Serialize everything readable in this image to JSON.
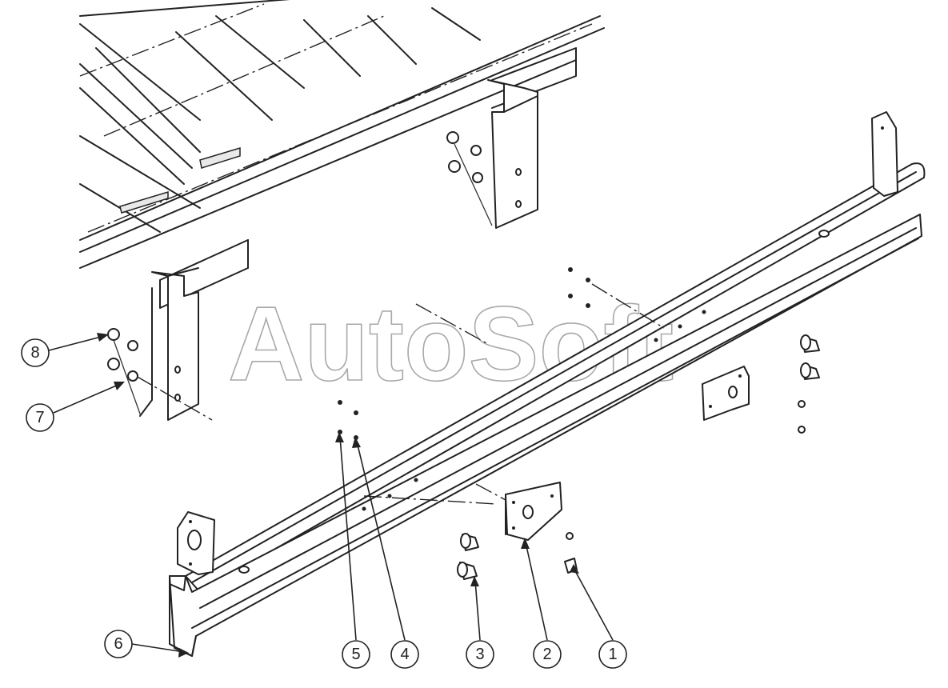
{
  "watermark": "AutoSoft",
  "callouts": [
    {
      "id": "1",
      "label": "1"
    },
    {
      "id": "2",
      "label": "2"
    },
    {
      "id": "3",
      "label": "3"
    },
    {
      "id": "4",
      "label": "4"
    },
    {
      "id": "5",
      "label": "5"
    },
    {
      "id": "6",
      "label": "6"
    },
    {
      "id": "7",
      "label": "7"
    },
    {
      "id": "8",
      "label": "8"
    }
  ],
  "colors": {
    "line": "#222222",
    "watermark": "#9a9a9a",
    "background": "#ffffff"
  }
}
